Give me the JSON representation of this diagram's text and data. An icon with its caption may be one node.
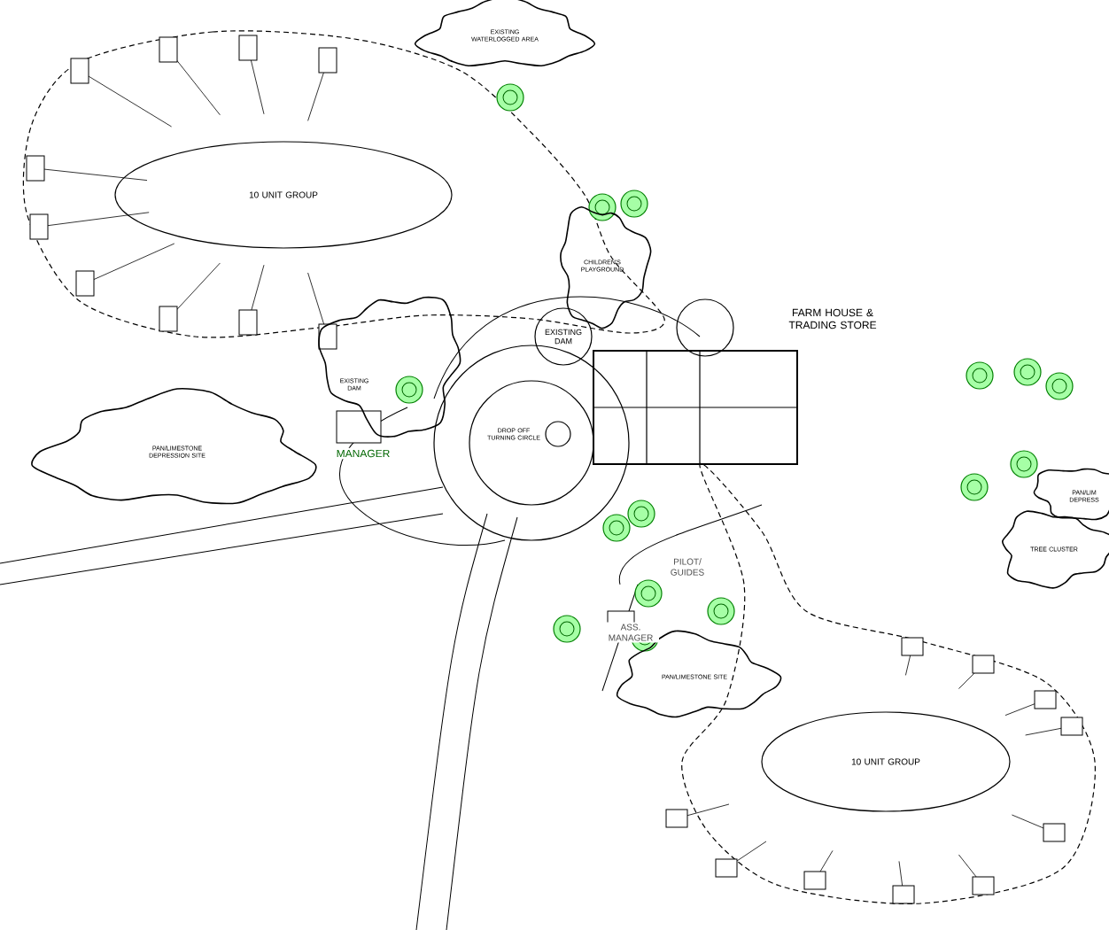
{
  "diagram": {
    "nodes": [
      {
        "text": [
          "EXISTING WATERLOGGED AREA"
        ]
      },
      {
        "text": [
          "10 UNIT GROUP"
        ]
      },
      {
        "text": [
          "CHILDREN'S PLAYGROUND"
        ]
      },
      {
        "text": [
          "EXISTING DAM"
        ]
      },
      {
        "text": [
          "EXISTING DAM"
        ]
      },
      {
        "text": [
          "DROP OFF TURNING CIRCLE"
        ]
      },
      {
        "text": [
          "PAN/LIMESTONE DEPRESSION SITE"
        ]
      },
      {
        "text": [
          "PAN/LIMESTONE SITE"
        ]
      },
      {
        "text": [
          "TREE CLUSTER"
        ]
      },
      {
        "text": [
          "PAN/LIM DEPRESS"
        ]
      },
      {
        "text": [
          "10 UNIT GROUP"
        ]
      }
    ],
    "labels": [
      "FARM HOUSE & TRADING STORE",
      "MANAGER",
      "PILOT/ GUIDES",
      "ASS. MANAGER"
    ]
  }
}
